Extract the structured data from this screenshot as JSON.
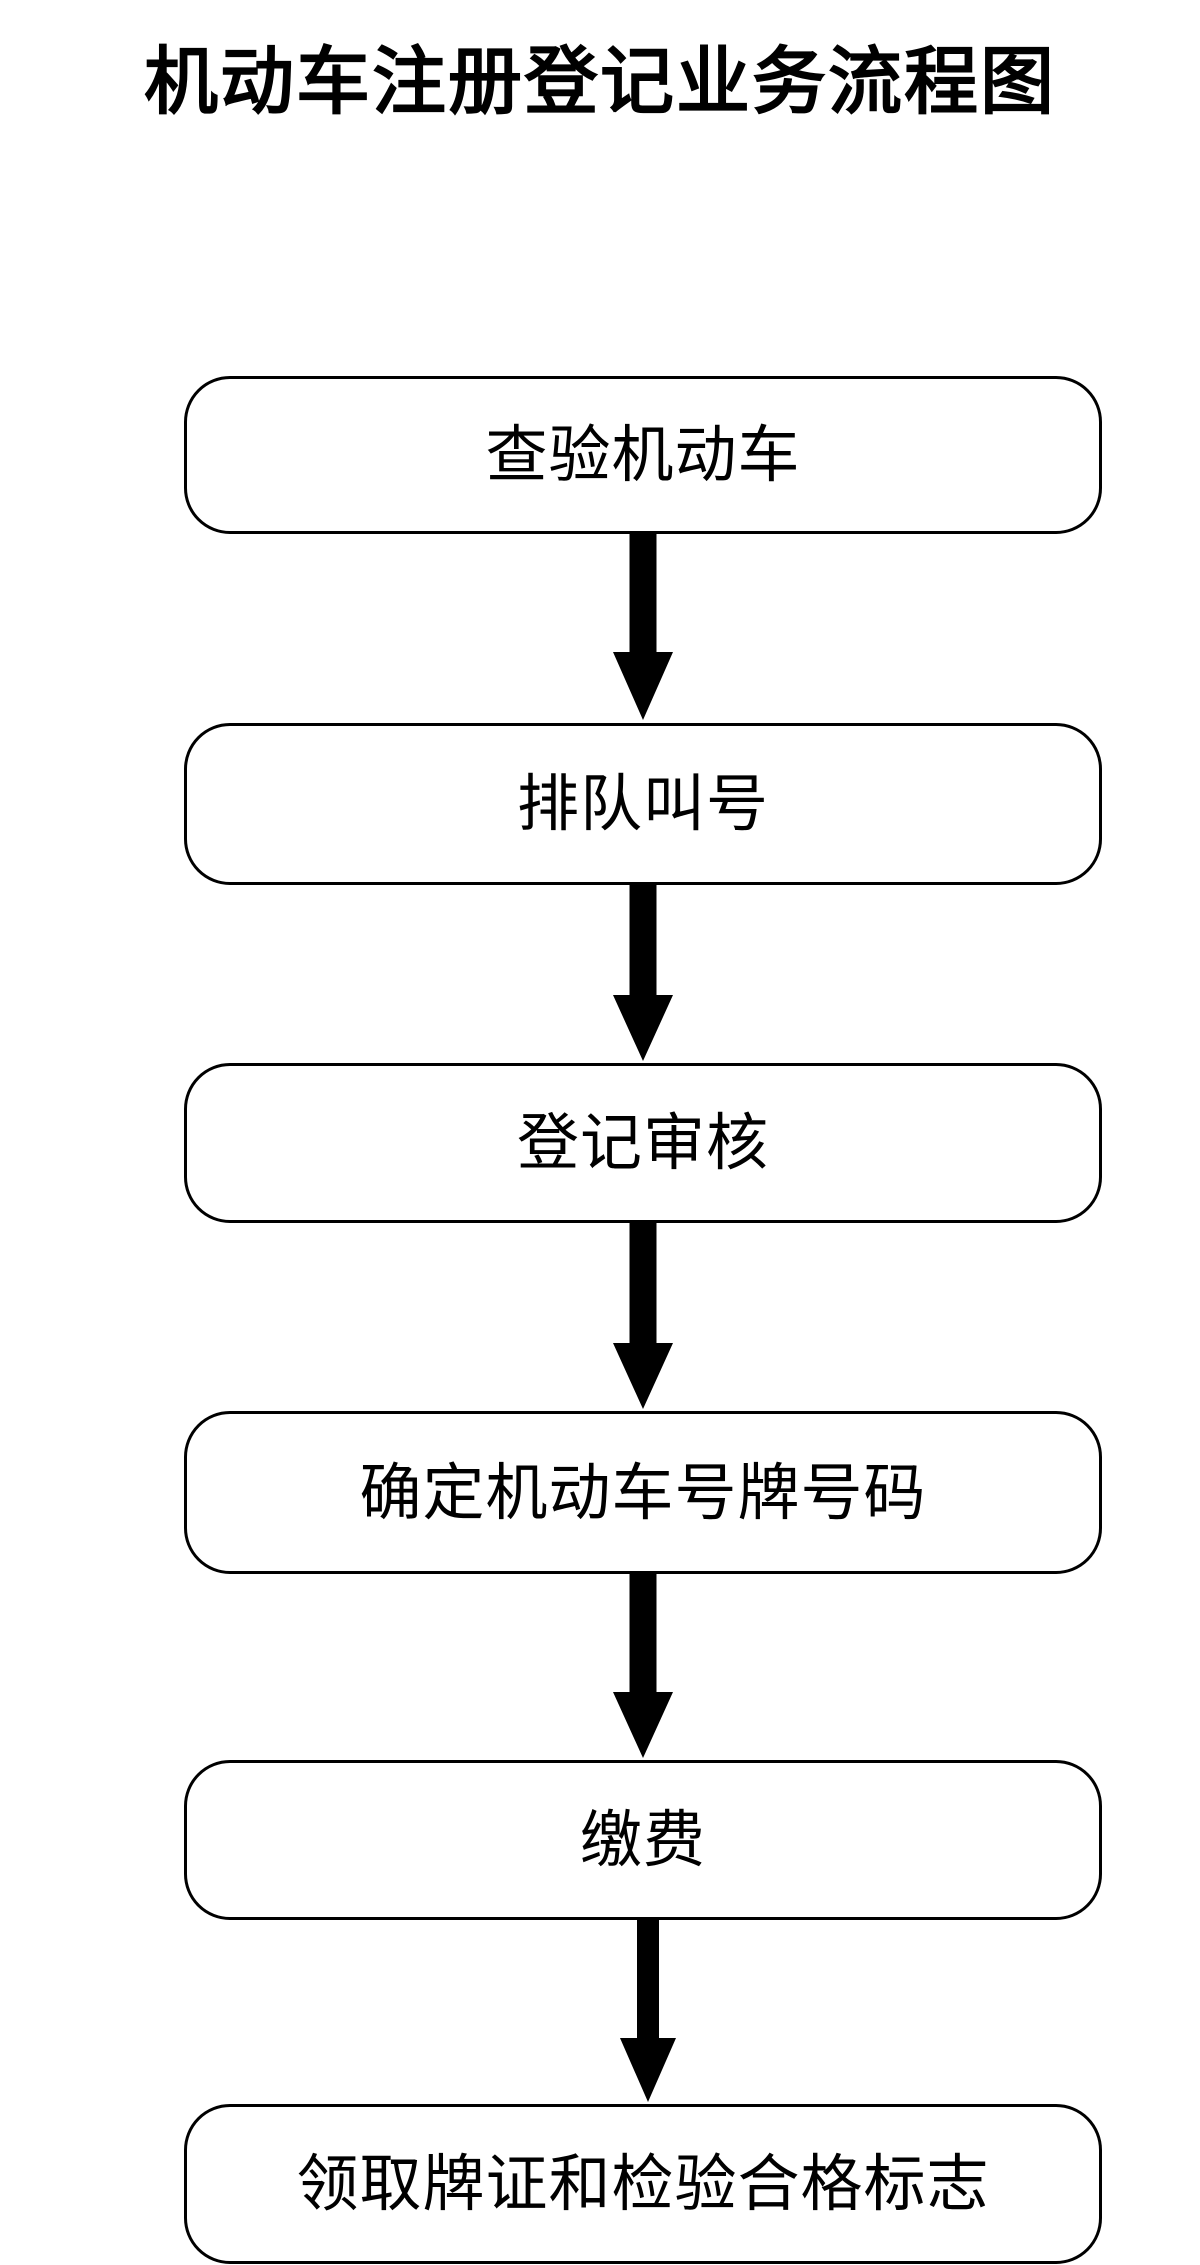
{
  "document": {
    "title": "机动车注册登记业务流程图",
    "background_color": "#ffffff",
    "line_color": "#000000"
  },
  "chart_data": {
    "type": "diagram",
    "diagram_type": "flowchart",
    "orientation": "vertical-top-to-bottom",
    "title": "机动车注册登记业务流程图",
    "node_shape": "rounded-rectangle",
    "connector_style": "thick-block-arrow",
    "nodes": [
      {
        "id": "step-1",
        "label": "查验机动车",
        "order": 1
      },
      {
        "id": "step-2",
        "label": "排队叫号",
        "order": 2
      },
      {
        "id": "step-3",
        "label": "登记审核",
        "order": 3
      },
      {
        "id": "step-4",
        "label": "确定机动车号牌号码",
        "order": 4
      },
      {
        "id": "step-5",
        "label": "缴费",
        "order": 5
      },
      {
        "id": "step-6",
        "label": "领取牌证和检验合格标志",
        "order": 6
      }
    ],
    "edges": [
      {
        "from": "step-1",
        "to": "step-2",
        "label": ""
      },
      {
        "from": "step-2",
        "to": "step-3",
        "label": ""
      },
      {
        "from": "step-3",
        "to": "step-4",
        "label": ""
      },
      {
        "from": "step-4",
        "to": "step-5",
        "label": ""
      },
      {
        "from": "step-5",
        "to": "step-6",
        "label": ""
      }
    ],
    "arrow_icon_names": [
      "down-arrow-icon",
      "down-arrow-icon",
      "down-arrow-icon",
      "down-arrow-icon",
      "down-arrow-icon"
    ]
  }
}
